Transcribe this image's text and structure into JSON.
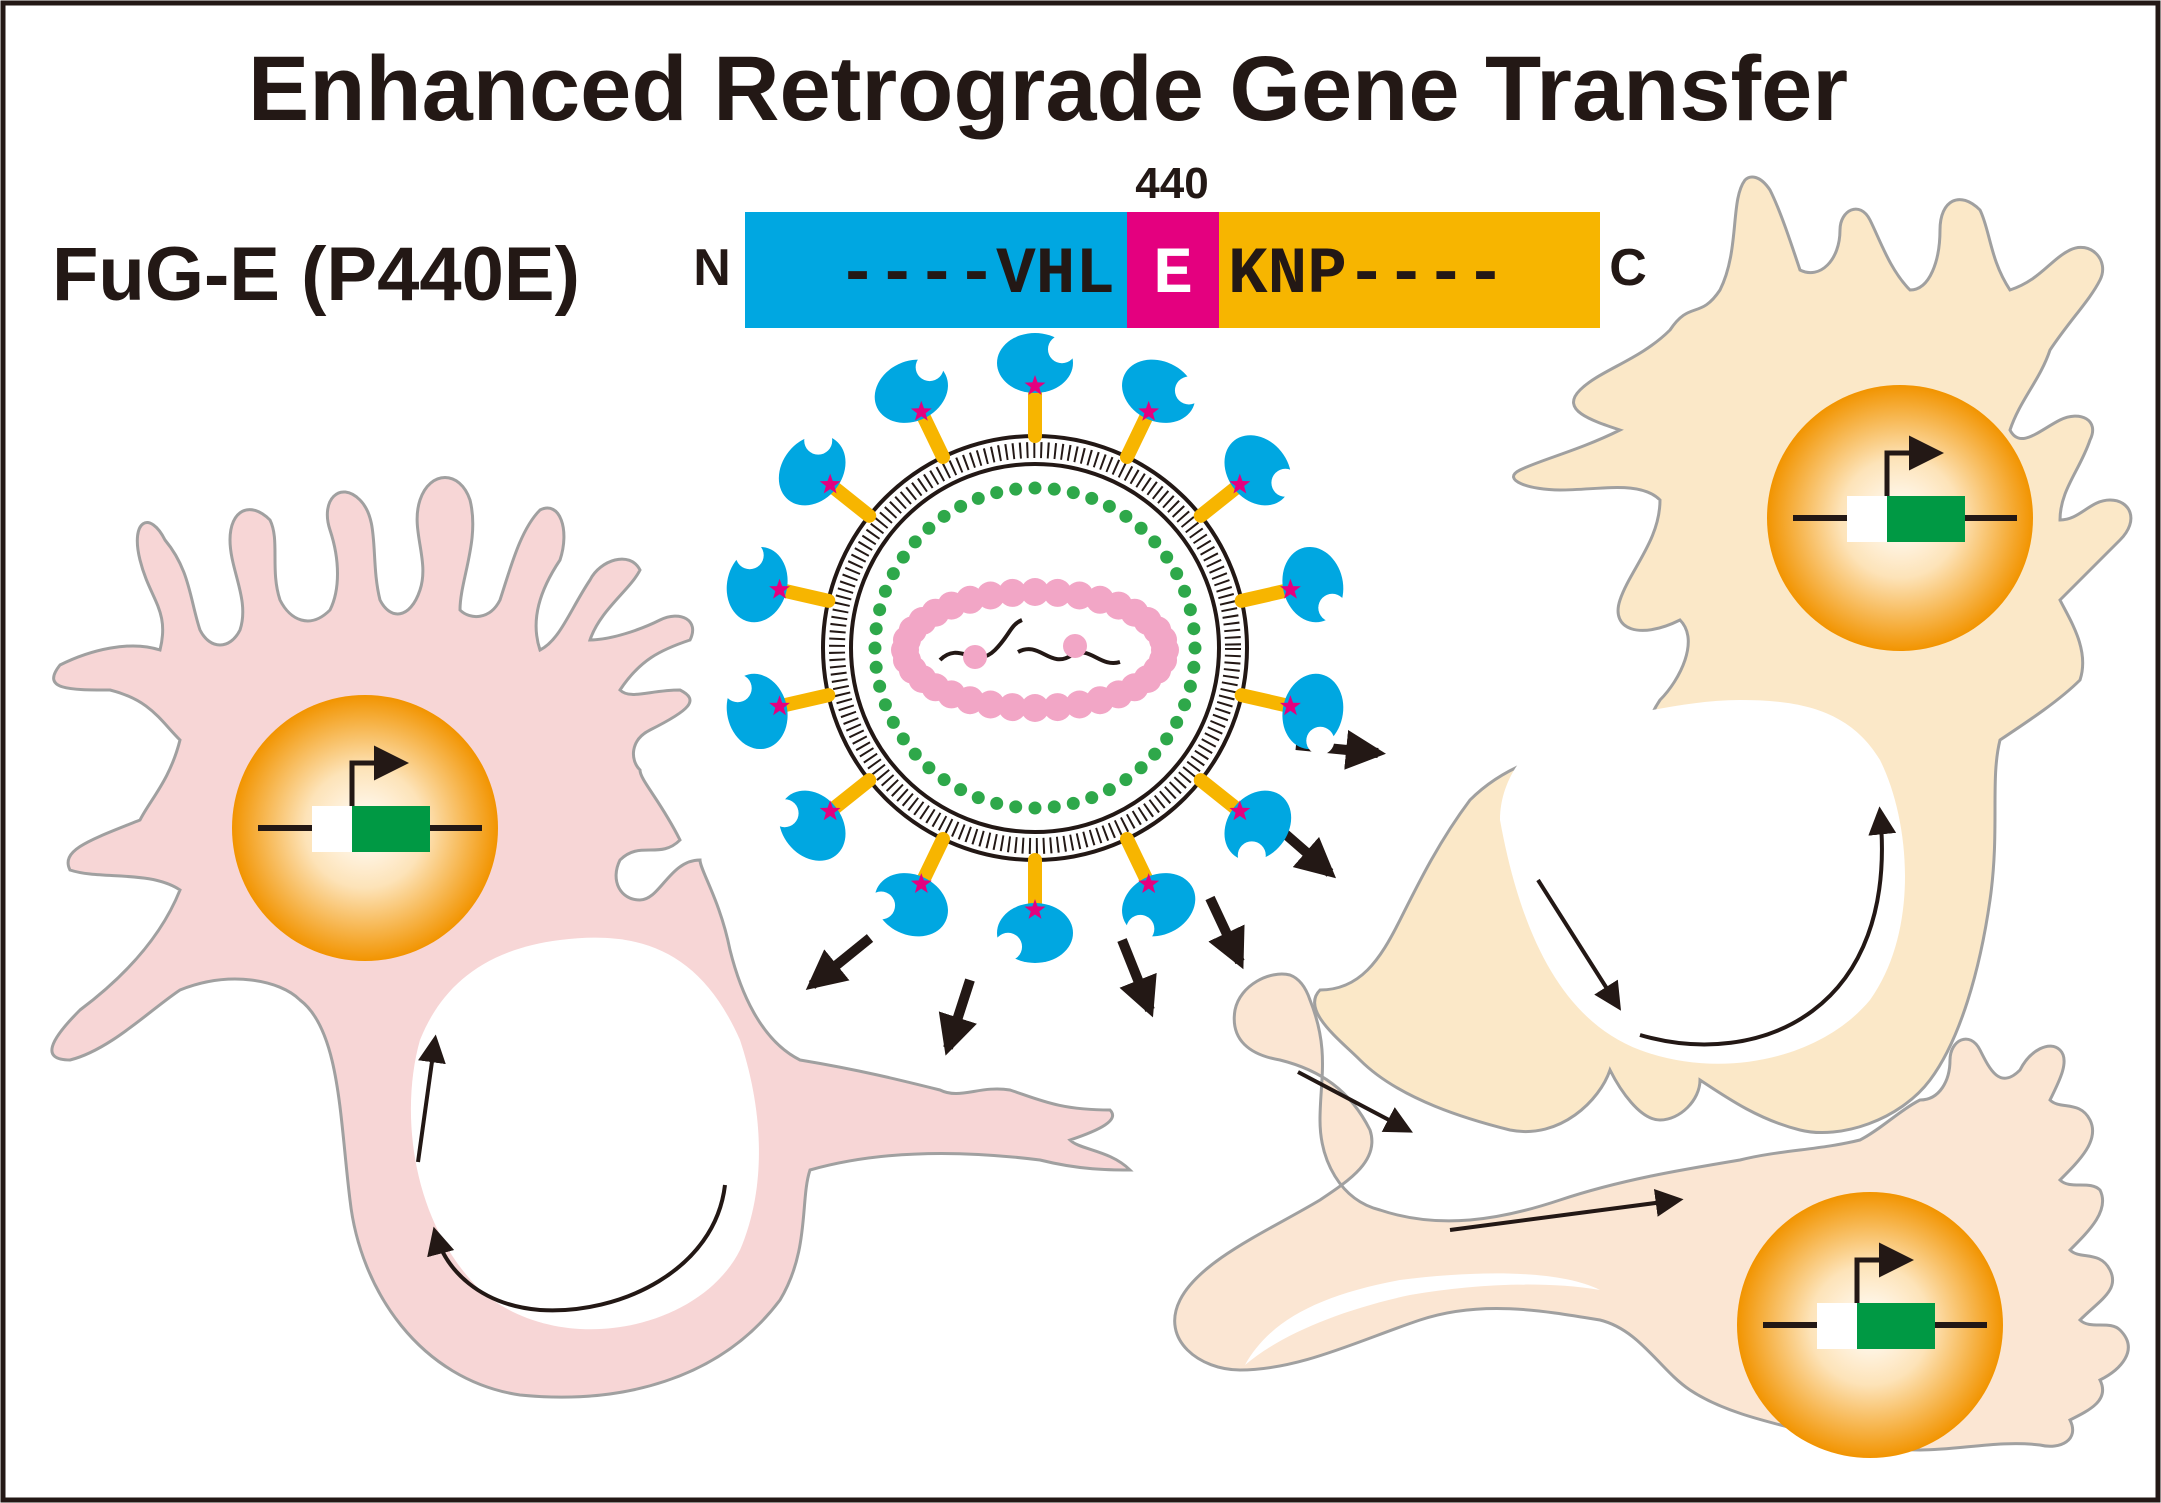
{
  "title": "Enhanced Retrograde Gene Transfer",
  "construct": {
    "name": "FuG-E (P440E)",
    "position_label": "440",
    "n_terminus": "N",
    "c_terminus": "C",
    "left_sequence": "----VHL",
    "mutated_residue": "E",
    "right_sequence": "KNP----"
  },
  "colors": {
    "border": "#231815",
    "vsv_domain": "#00a7e1",
    "mutation": "#e4007f",
    "rv_domain": "#f7b500",
    "neuron_pink": "#f7d6d6",
    "neuron_peach": "#fbe6d3",
    "neuron_cream": "#fbe8c8",
    "nucleus_core": "#ffffff",
    "nucleus_edge": "#f29400",
    "promoter": "#ffffff",
    "transgene": "#009944",
    "capsid_bead": "#2ea84a",
    "rnp_bead": "#f2a6c6",
    "arrow": "#231815"
  },
  "icons": [
    "lentiviral-vector-icon",
    "neuron-icon",
    "transgene-cassette-icon",
    "arrow-icon"
  ]
}
